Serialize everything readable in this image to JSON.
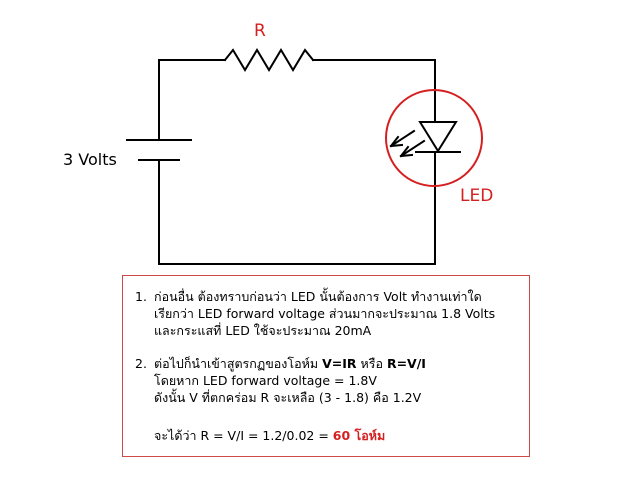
{
  "labels": {
    "resistor": "R",
    "voltage": "3 Volts",
    "led": "LED"
  },
  "colors": {
    "highlight_red": "#d42020",
    "box_border": "#d04a4a",
    "wire": "#000000"
  },
  "note": {
    "step1": {
      "num": "1.",
      "line1": "ก่อนอื่น ต้องทราบก่อนว่า LED นั้นต้องการ Volt ทำงานเท่าใด",
      "line2": "เรียกว่า LED forward voltage ส่วนมากจะประมาณ 1.8 Volts",
      "line3": "และกระแสที่ LED ใช้จะประมาณ 20mA"
    },
    "step2": {
      "num": "2.",
      "line1_prefix": "ต่อไปก็นำเข้าสูตรกฏของโอห์ม ",
      "formula1": "V=IR",
      "line1_mid": " หรือ ",
      "formula2": "R=V/I",
      "line2": "โดยหาก LED forward voltage = 1.8V",
      "line3": "ดังนั้น V ที่ตกคร่อม R จะเหลือ (3 - 1.8) คือ 1.2V",
      "result_prefix": "จะได้ว่า R = V/I = 1.2/0.02 = ",
      "result_value": "60 โอห์ม"
    }
  }
}
